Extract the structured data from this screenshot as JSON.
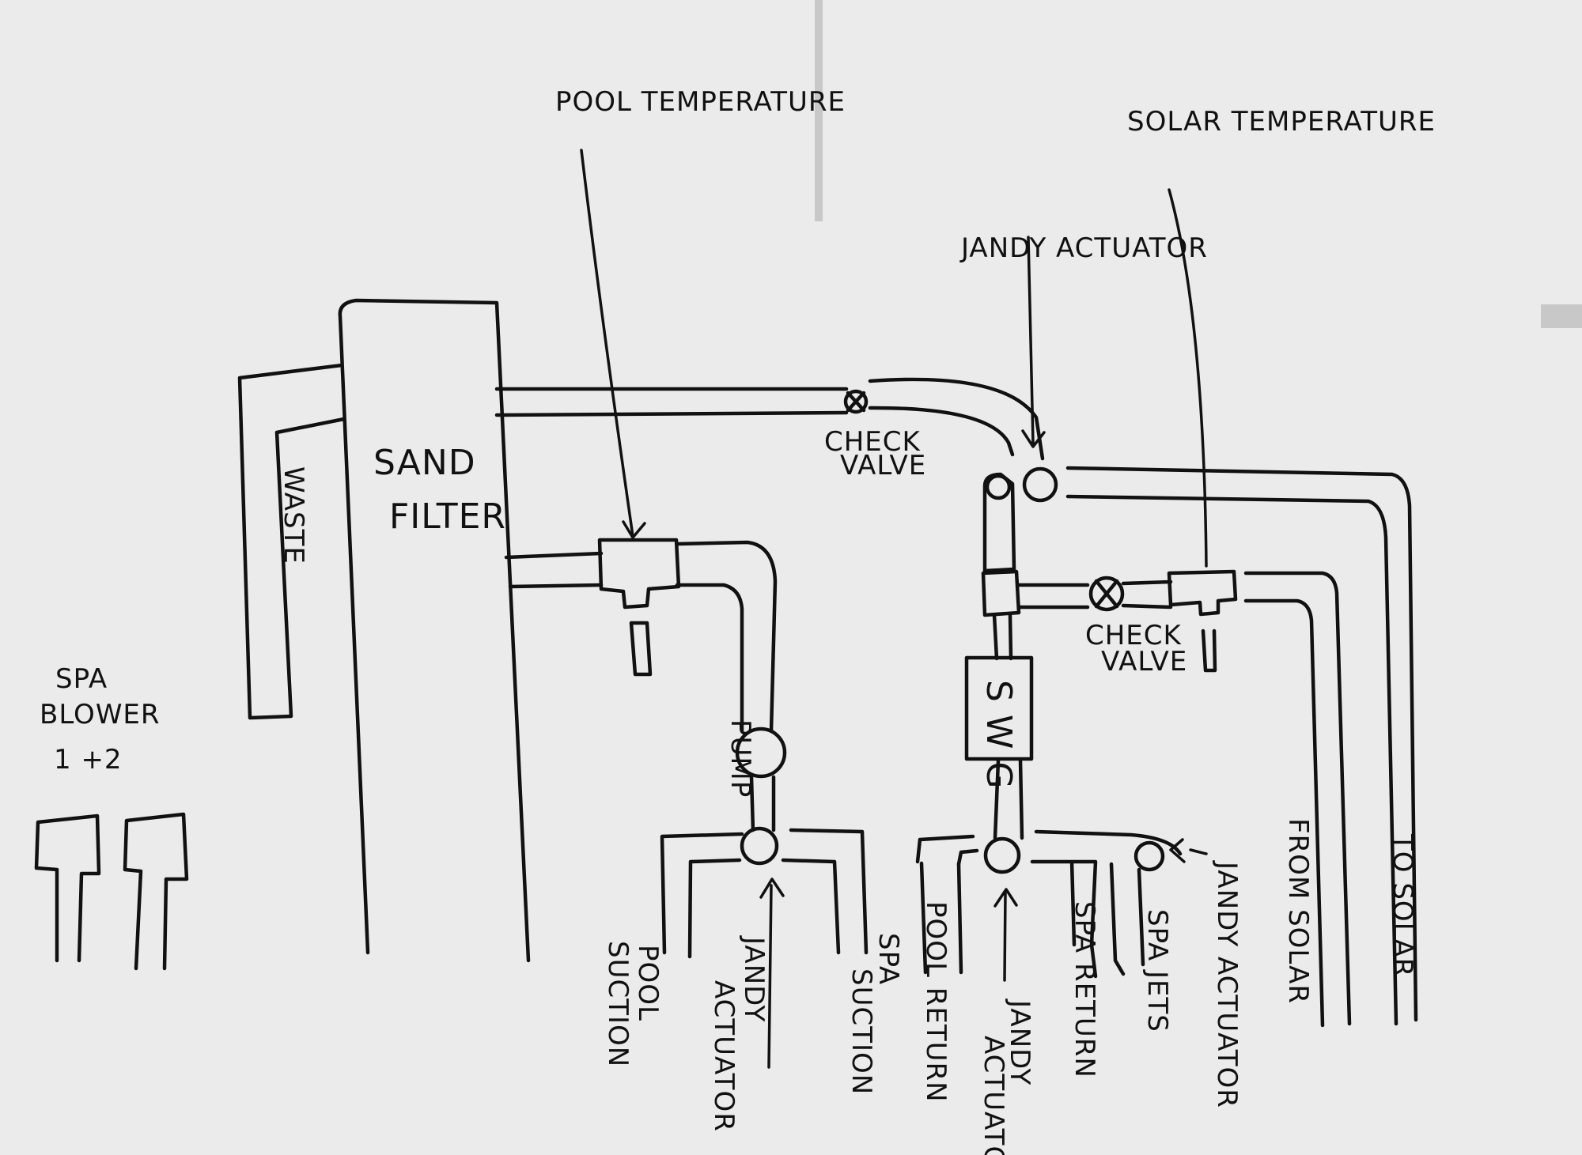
{
  "labels": {
    "pool_temperature": "POOL TEMPERATURE",
    "solar_temperature": "SOLAR TEMPERATURE",
    "jandy_actuator_top": "JANDY ACTUATOR",
    "sand": "SAND",
    "filter": "FILTER",
    "waste": "WASTE",
    "check_valve_1_line1": "CHECK",
    "check_valve_1_line2": "VALVE",
    "check_valve_2_line1": "CHECK",
    "check_valve_2_line2": "VALVE",
    "spa_blower_line1": "SPA",
    "spa_blower_line2": "BLOWER",
    "spa_blower_line3": "1 +2",
    "pump": "PUMP",
    "swg": "S W G",
    "pool_suction_line1": "POOL",
    "pool_suction_line2": "SUCTION",
    "jandy_actuator_suction_line1": "JANDY",
    "jandy_actuator_suction_line2": "ACTUATOR",
    "spa_suction_line1": "SPA",
    "spa_suction_line2": "SUCTION",
    "pool_return": "POOL RETURN",
    "jandy_actuator_return_line1": "JANDY",
    "jandy_actuator_return_line2": "ACTUATOR",
    "spa_return": "SPA RETURN",
    "spa_jets": "SPA JETS",
    "jandy_actuator_jets": "JANDY ACTUATOR",
    "from_solar": "FROM SOLAR",
    "to_solar": "TO SOLAR"
  }
}
